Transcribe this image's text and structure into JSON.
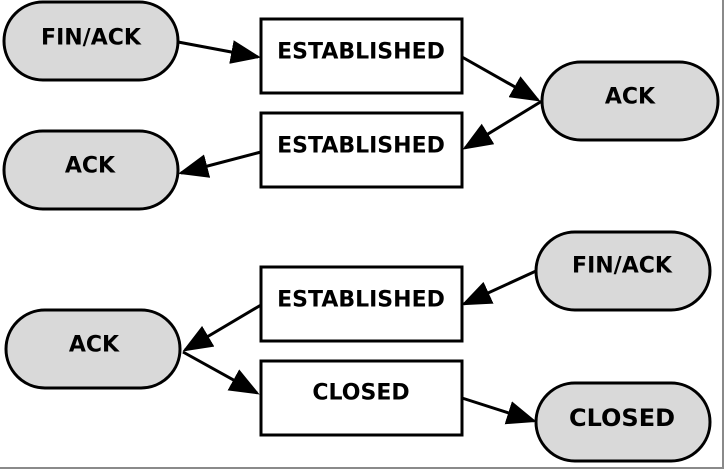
{
  "diagram": {
    "nodes": {
      "fin_ack_1": "FIN/ACK",
      "established_1": "ESTABLISHED",
      "ack_1": "ACK",
      "established_2": "ESTABLISHED",
      "ack_2": "ACK",
      "fin_ack_2": "FIN/ACK",
      "established_3": "ESTABLISHED",
      "ack_3": "ACK",
      "closed_state": "CLOSED",
      "closed_msg": "CLOSED"
    },
    "colors": {
      "message_fill": "#d9d9d9",
      "state_fill": "#ffffff",
      "stroke": "#000000"
    }
  }
}
